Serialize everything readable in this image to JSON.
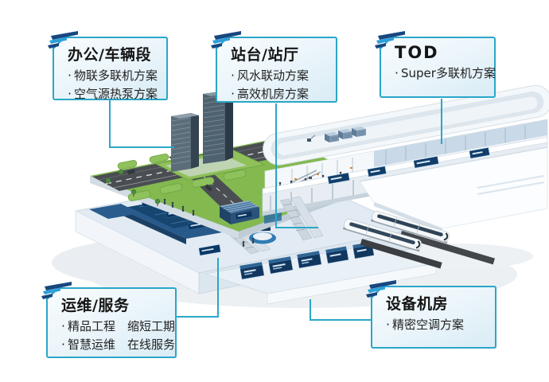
{
  "ui": {
    "bullet": "·"
  },
  "colors": {
    "accent_teal": "#2ba6c8",
    "stripe_navy": "#17477f",
    "stripe_blue": "#2b9fd8",
    "box_fill_light": "#f8fcfe",
    "box_fill_dark": "#d9ecf5",
    "title_text": "#151515",
    "body_text": "#222222",
    "grass": "#83b94f",
    "road": "#4a4e53",
    "room_panel_navy": "#12375f"
  },
  "callouts": {
    "office": {
      "title": "办公/车辆段",
      "bullets": [
        "物联多联机方案",
        "空气源热泵方案"
      ]
    },
    "platform": {
      "title": "站台/站厅",
      "bullets": [
        "风水联动方案",
        "高效机房方案"
      ]
    },
    "tod": {
      "title": "TOD",
      "bullets": [
        "Super多联机方案"
      ]
    },
    "ops": {
      "title": "运维/服务",
      "bullets": [
        "精品工程　缩短工期",
        "智慧运维　在线服务"
      ]
    },
    "equipment": {
      "title": "设备机房",
      "bullets": [
        "精密空调方案"
      ]
    }
  }
}
